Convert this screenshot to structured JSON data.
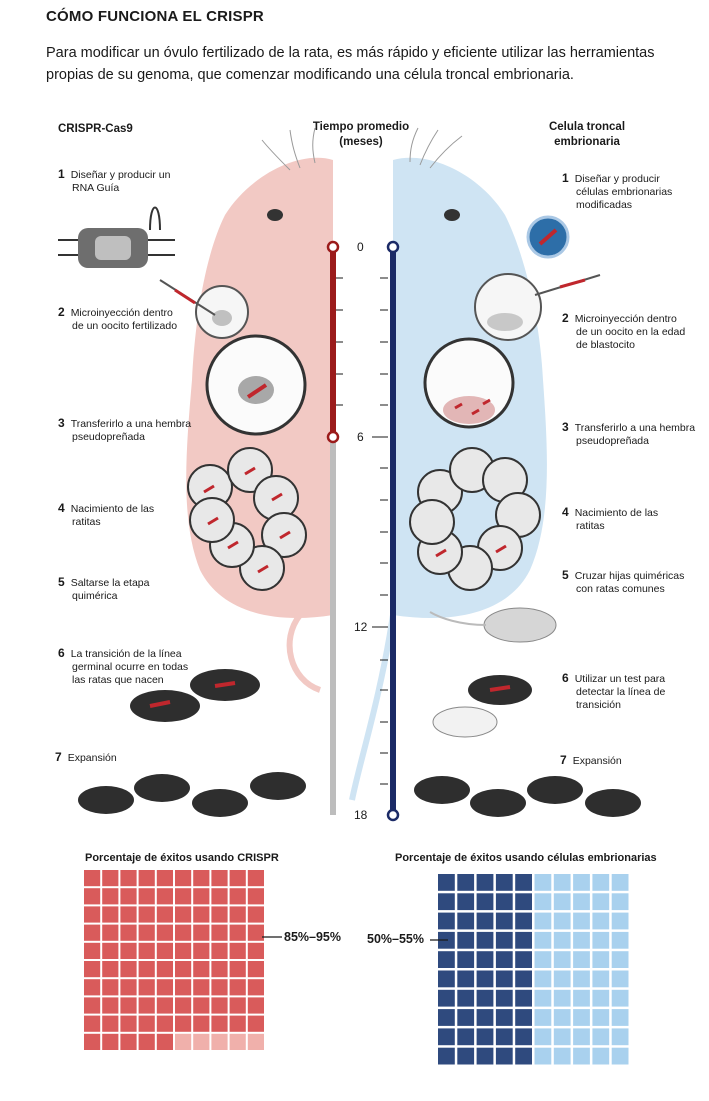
{
  "title": "CÓMO FUNCIONA EL CRISPR",
  "intro": "Para modificar un óvulo fertilizado de la rata, es más rápido y eficiente utilizar las herramientas propias de su genoma, que comenzar modificando una célula troncal embrionaria.",
  "left_header": "CRISPR-Cas9",
  "center_header_1": "Tiempo promedio",
  "center_header_2": "(meses)",
  "right_header_1": "Celula troncal",
  "right_header_2": "embrionaria",
  "left_steps": [
    {
      "num": "1",
      "l1": "Diseñar y producir un",
      "l2": "RNA Guía",
      "l3": ""
    },
    {
      "num": "2",
      "l1": "Microinyección dentro",
      "l2": "de un oocito fertilizado",
      "l3": ""
    },
    {
      "num": "3",
      "l1": "Transferirlo a una hembra",
      "l2": "pseudopreñada",
      "l3": ""
    },
    {
      "num": "4",
      "l1": "Nacimiento de las",
      "l2": "ratitas",
      "l3": ""
    },
    {
      "num": "5",
      "l1": "Saltarse la etapa",
      "l2": "quimérica",
      "l3": ""
    },
    {
      "num": "6",
      "l1": "La transición de la línea",
      "l2": "germinal ocurre en todas",
      "l3": "las ratas que nacen"
    },
    {
      "num": "7",
      "l1": "Expansión",
      "l2": "",
      "l3": ""
    }
  ],
  "right_steps": [
    {
      "num": "1",
      "l1": "Diseñar y producir",
      "l2": "células embrionarias",
      "l3": "modificadas"
    },
    {
      "num": "2",
      "l1": "Microinyección dentro",
      "l2": "de un oocito en la edad",
      "l3": "de blastocito"
    },
    {
      "num": "3",
      "l1": "Transferirlo a una hembra",
      "l2": "pseudopreñada",
      "l3": ""
    },
    {
      "num": "4",
      "l1": "Nacimiento de las",
      "l2": "ratitas",
      "l3": ""
    },
    {
      "num": "5",
      "l1": "Cruzar hijas quiméricas",
      "l2": "con ratas comunes",
      "l3": ""
    },
    {
      "num": "6",
      "l1": "Utilizar un test para",
      "l2": "detectar la línea de",
      "l3": "transición"
    },
    {
      "num": "7",
      "l1": "Expansión",
      "l2": "",
      "l3": ""
    }
  ],
  "timeline_ticks": [
    "0",
    "6",
    "12",
    "18"
  ],
  "left_chart_title": "Porcentaje de éxitos usando CRISPR",
  "right_chart_title": "Porcentaje de éxitos usando células embrionarias",
  "left_pct_label": "85%–95%",
  "right_pct_label": "50%–55%",
  "colors": {
    "crispr_red": "#9b1b1b",
    "esc_navy": "#1b2a66",
    "pink_rat": "#f2c9c4",
    "blue_rat": "#cfe4f3",
    "grid_red": "#d95b5b",
    "grid_red_light": "#f0b0ab",
    "grid_navy": "#2f4a7e",
    "grid_light_blue": "#a9d1ee"
  },
  "chart_data": [
    {
      "type": "waffle",
      "title": "Porcentaje de éxitos usando CRISPR",
      "grid": [
        10,
        10
      ],
      "range_percent": [
        85,
        95
      ],
      "label": "85%–95%"
    },
    {
      "type": "waffle",
      "title": "Porcentaje de éxitos usando células embrionarias",
      "grid": [
        10,
        10
      ],
      "range_percent": [
        50,
        55
      ],
      "label": "50%–55%"
    }
  ]
}
